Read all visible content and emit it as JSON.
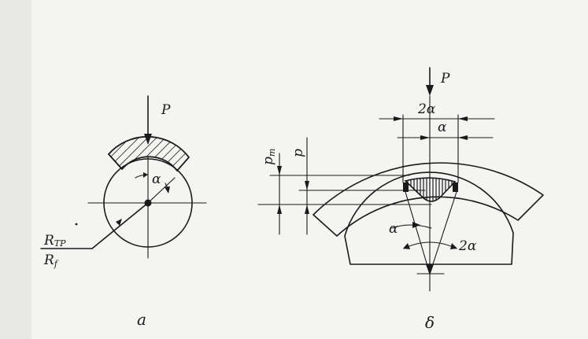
{
  "figure_a": {
    "load_label": "P",
    "angle_label": "α",
    "radius_label_top_main": "R",
    "radius_label_top_sub": "TP",
    "radius_label_bottom_main": "R",
    "radius_label_bottom_sub": "f",
    "caption": "a"
  },
  "figure_b": {
    "load_label": "P",
    "double_angle_top_label": "2α",
    "angle_top_label": "α",
    "pressure_max_main": "p",
    "pressure_max_sub": "m",
    "pressure_label": "p",
    "angle_lower_label": "α",
    "double_angle_lower_label": "2α",
    "caption": "δ"
  },
  "colors": {
    "ink": "#1a1a1a",
    "paper": "#f4f4f2"
  }
}
